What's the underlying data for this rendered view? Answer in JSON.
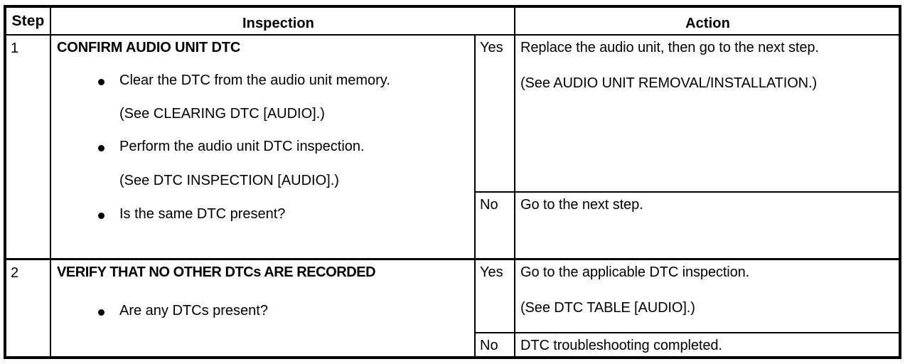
{
  "table": {
    "headers": {
      "step": "Step",
      "inspection": "Inspection",
      "action": "Action"
    },
    "rows": [
      {
        "step": "1",
        "inspection": {
          "title": "CONFIRM AUDIO UNIT DTC",
          "items": [
            {
              "type": "bullet",
              "text": "Clear the DTC from the audio unit memory."
            },
            {
              "type": "note",
              "text": "(See CLEARING DTC [AUDIO].)"
            },
            {
              "type": "bullet",
              "text": "Perform the audio unit DTC inspection."
            },
            {
              "type": "note",
              "text": "(See DTC INSPECTION [AUDIO].)"
            },
            {
              "type": "bullet",
              "text": "Is the same DTC present?"
            }
          ]
        },
        "actions": [
          {
            "answer": "Yes",
            "lines": [
              "Replace the audio unit, then go to the next step.",
              "(See AUDIO UNIT REMOVAL/INSTALLATION.)"
            ]
          },
          {
            "answer": "No",
            "lines": [
              "Go to the next step."
            ]
          }
        ]
      },
      {
        "step": "2",
        "inspection": {
          "title": "VERIFY THAT NO OTHER DTCs ARE RECORDED",
          "items": [
            {
              "type": "bullet",
              "text": "Are any DTCs present?"
            }
          ]
        },
        "actions": [
          {
            "answer": "Yes",
            "lines": [
              "Go to the applicable DTC inspection.",
              "(See DTC TABLE [AUDIO].)"
            ]
          },
          {
            "answer": "No",
            "lines": [
              "DTC troubleshooting completed."
            ]
          }
        ]
      }
    ]
  },
  "colors": {
    "ink": "#000000",
    "paper": "#ffffff"
  }
}
